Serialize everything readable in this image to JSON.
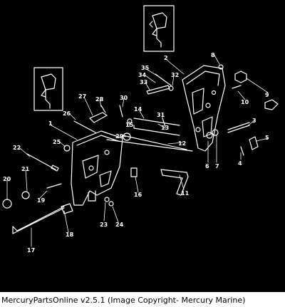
{
  "caption": "MercuryPartsOnline v2.5.1 (Image Copyright- Mercury Marine)",
  "callouts": [
    "1",
    "2",
    "3",
    "4",
    "5",
    "6",
    "7",
    "8",
    "9",
    "10",
    "11",
    "12",
    "13",
    "14",
    "15",
    "16",
    "17",
    "18",
    "19",
    "20",
    "21",
    "22",
    "23",
    "24",
    "25",
    "26",
    "27",
    "28",
    "29",
    "30",
    "31",
    "32",
    "33",
    "34",
    "35"
  ],
  "colors": {
    "background": "#000000",
    "line": "#ffffff",
    "caption_bg": "#ffffff",
    "caption_text": "#000000"
  }
}
